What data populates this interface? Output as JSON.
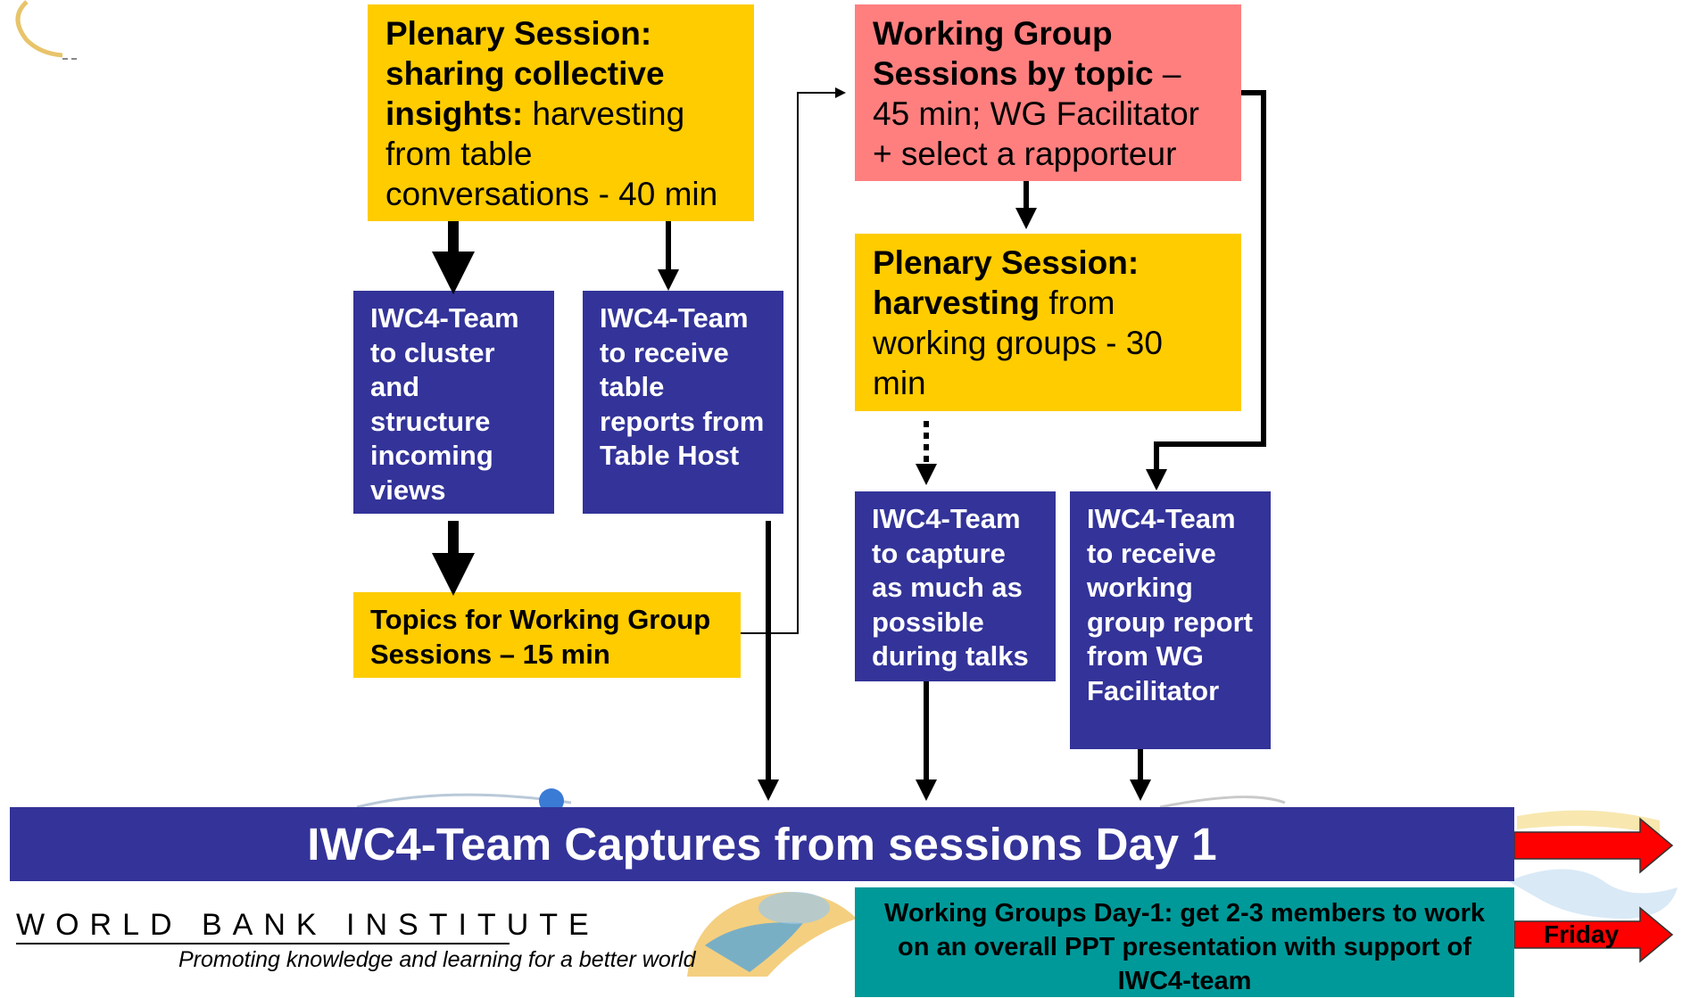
{
  "boxes": {
    "plenary_sharing": {
      "bold1": "Plenary Session: sharing collective insights:",
      "rest": " harvesting from table conversations - 40 min"
    },
    "wg_sessions": {
      "bold1": "Working Group Sessions by topic",
      "rest": " – 45 min; WG Facilitator + select a rapporteur"
    },
    "plenary_harvesting": {
      "bold1": "Plenary Session: harvesting",
      "rest": " from working groups - 30 min"
    },
    "team_cluster": "IWC4-Team to cluster and structure incoming views",
    "team_receive_table": "IWC4-Team to receive table reports from Table Host",
    "topics": "Topics for Working Group Sessions – 15 min",
    "team_capture": "IWC4-Team to capture as much as possible during talks",
    "team_receive_wg": "IWC4-Team to receive working group report from WG Facilitator",
    "wg_day1": "Working Groups Day-1: get  2-3 members to work on an overall PPT presentation with support of IWC4-team"
  },
  "banner": "IWC4-Team Captures from sessions Day 1",
  "friday_label": "Friday",
  "footer": {
    "title": "WORLD BANK INSTITUTE",
    "tagline": "Promoting knowledge and learning for a better world"
  },
  "colors": {
    "yellow": "#ffcc00",
    "pink": "#ff7f7f",
    "navy": "#333399",
    "teal": "#009999",
    "arrow_red": "#ff0000"
  }
}
